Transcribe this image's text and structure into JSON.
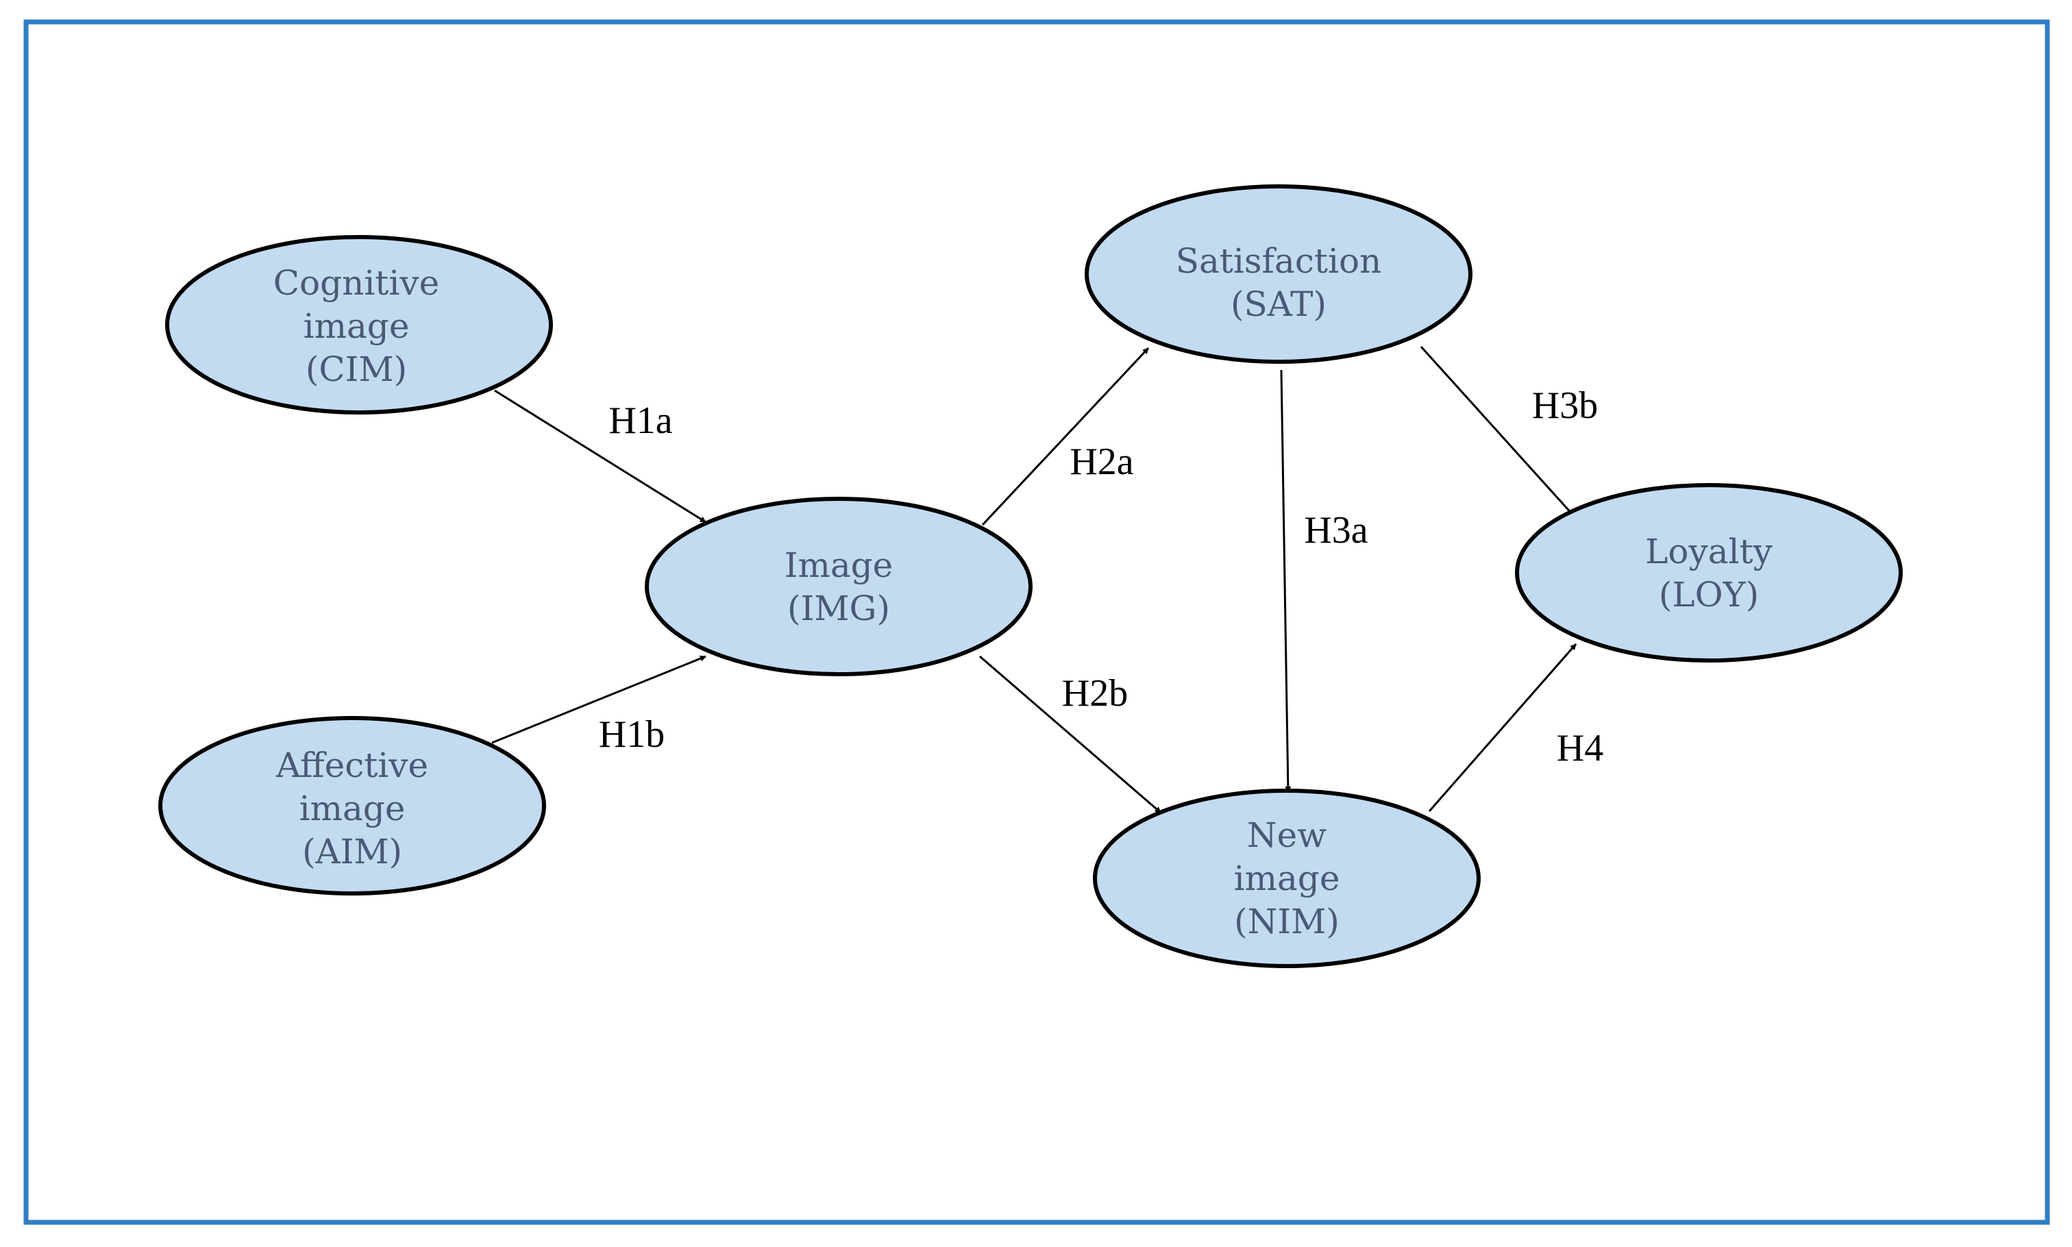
{
  "colors": {
    "frame": "#2e7fc6",
    "node_fill": "#c2dbf1",
    "node_stroke": "#000000",
    "node_text": "#4a5a74",
    "edge": "#000000"
  },
  "nodes": {
    "cim": {
      "lines": [
        "Cognitive",
        "image",
        "(CIM)"
      ]
    },
    "aim": {
      "lines": [
        "Affective",
        "image",
        "(AIM)"
      ]
    },
    "img": {
      "lines": [
        "Image",
        "(IMG)"
      ]
    },
    "sat": {
      "lines": [
        "Satisfaction",
        "(SAT)"
      ]
    },
    "nim": {
      "lines": [
        "New",
        "image",
        "(NIM)"
      ]
    },
    "loy": {
      "lines": [
        "Loyalty",
        "(LOY)"
      ]
    }
  },
  "edges": [
    {
      "id": "h1a",
      "from": "cim",
      "to": "img",
      "label": "H1a"
    },
    {
      "id": "h1b",
      "from": "aim",
      "to": "img",
      "label": "H1b"
    },
    {
      "id": "h2a",
      "from": "img",
      "to": "sat",
      "label": "H2a"
    },
    {
      "id": "h2b",
      "from": "img",
      "to": "nim",
      "label": "H2b"
    },
    {
      "id": "h3a",
      "from": "sat",
      "to": "nim",
      "label": "H3a"
    },
    {
      "id": "h3b",
      "from": "sat",
      "to": "loy",
      "label": "H3b"
    },
    {
      "id": "h4",
      "from": "nim",
      "to": "loy",
      "label": "H4"
    }
  ]
}
